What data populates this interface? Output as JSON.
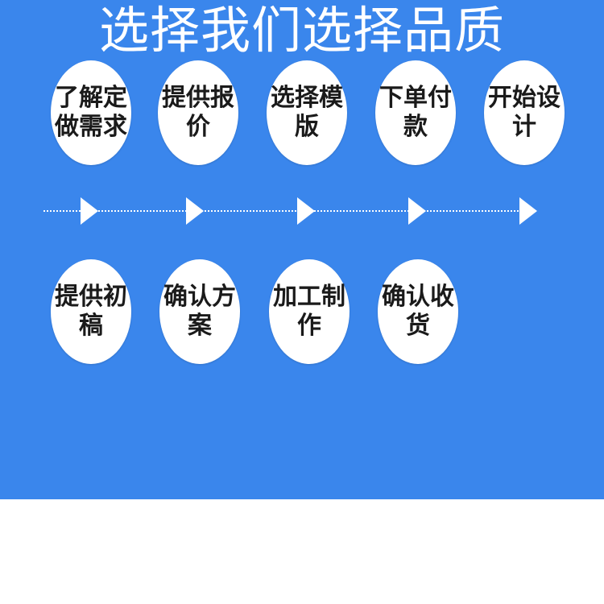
{
  "title": "选择我们选择品质",
  "row1": [
    "了解定做需求",
    "提供报价",
    "选择模版",
    "下单付款",
    "开始设计"
  ],
  "row2": [
    "提供初稿",
    "确认方案",
    "加工制作",
    "确认收货"
  ],
  "colors": {
    "background": "#3a86ec",
    "circle": "#ffffff"
  }
}
